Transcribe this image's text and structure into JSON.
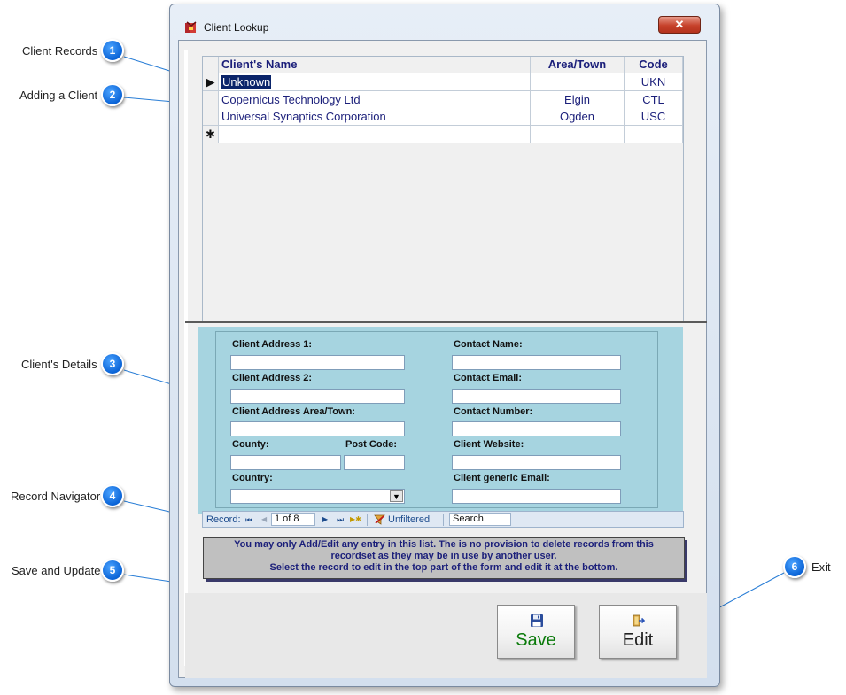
{
  "window": {
    "title": "Client Lookup",
    "close_glyph": "✕"
  },
  "callouts": [
    {
      "number": "1",
      "label": "Client Records"
    },
    {
      "number": "2",
      "label": "Adding a Client"
    },
    {
      "number": "3",
      "label": "Client's Details"
    },
    {
      "number": "4",
      "label": "Record Navigator"
    },
    {
      "number": "5",
      "label": "Save and Update"
    },
    {
      "number": "6",
      "label": "Exit"
    }
  ],
  "datasheet": {
    "columns": [
      "Client's Name",
      "Area/Town",
      "Code"
    ],
    "rows": [
      {
        "selector": "▶",
        "name": "Unknown",
        "area": "",
        "code": "UKN"
      },
      {
        "selector": "",
        "name": "Copernicus Technology Ltd",
        "area": "Elgin",
        "code": "CTL"
      },
      {
        "selector": "",
        "name": "Universal Synaptics Corporation",
        "area": "Ogden",
        "code": "USC"
      },
      {
        "selector": "✱",
        "name": "",
        "area": "",
        "code": ""
      }
    ]
  },
  "details": {
    "address1_label": "Client Address 1:",
    "address2_label": "Client Address 2:",
    "area_label": "Client Address Area/Town:",
    "county_label": "County:",
    "postcode_label": "Post Code:",
    "country_label": "Country:",
    "contact_name_label": "Contact Name:",
    "contact_email_label": "Contact Email:",
    "contact_number_label": "Contact Number:",
    "website_label": "Client Website:",
    "generic_email_label": "Client generic Email:",
    "country_dropdown_glyph": "▼"
  },
  "navigator": {
    "record_label": "Record:",
    "first_glyph": "⏮",
    "prev_glyph": "◀",
    "position": "1 of 8",
    "next_glyph": "▶",
    "last_glyph": "⏭",
    "new_glyph": "▶✱",
    "filter_label": "Unfiltered",
    "search_label": "Search"
  },
  "notice": {
    "line1": "You may only Add/Edit any entry in this list.  The is no provision to delete records from this",
    "line2": "recordset as they may be in use by another user.",
    "line3": "Select the record to edit in the top part of the form and edit it at the bottom."
  },
  "buttons": {
    "save_label": "Save",
    "edit_label": "Edit"
  },
  "colors": {
    "save_text": "#0a7a0a",
    "edit_text": "#222222",
    "callout_badge": "#0a63d6",
    "details_bg": "#a6d4e0"
  }
}
